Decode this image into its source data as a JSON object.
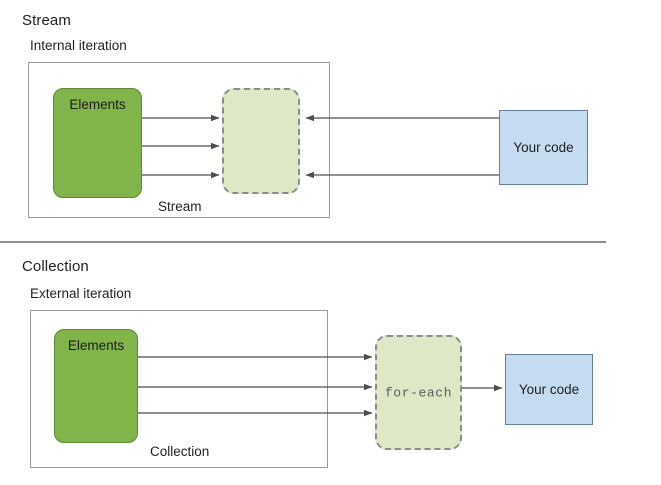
{
  "figure": {
    "sections": [
      {
        "id": "stream",
        "title": "Stream",
        "subtitle": "Internal iteration",
        "container_caption": "Stream",
        "source_label": "Elements",
        "processor_label": "",
        "consumer_label": "Your code",
        "flow_direction": "pull",
        "arrow_count_source_to_processor": 3,
        "arrow_count_consumer_to_processor": 2
      },
      {
        "id": "collection",
        "title": "Collection",
        "subtitle": "External iteration",
        "container_caption": "Collection",
        "source_label": "Elements",
        "processor_label": "for-each",
        "consumer_label": "Your code",
        "flow_direction": "push",
        "arrow_count_source_to_processor": 3,
        "arrow_count_processor_to_consumer": 1
      }
    ]
  },
  "colors": {
    "elements_fill": "#82b44c",
    "elements_stroke": "#5d8a33",
    "processor_fill": "#dce8c6",
    "processor_stroke": "#8c8c8c",
    "code_fill": "#c5dcf0",
    "code_stroke": "#65819f",
    "container_stroke": "#9a9a9a",
    "arrow_stroke": "#4d4d4d",
    "divider": "#8e8e8e",
    "text": "#231f20"
  }
}
